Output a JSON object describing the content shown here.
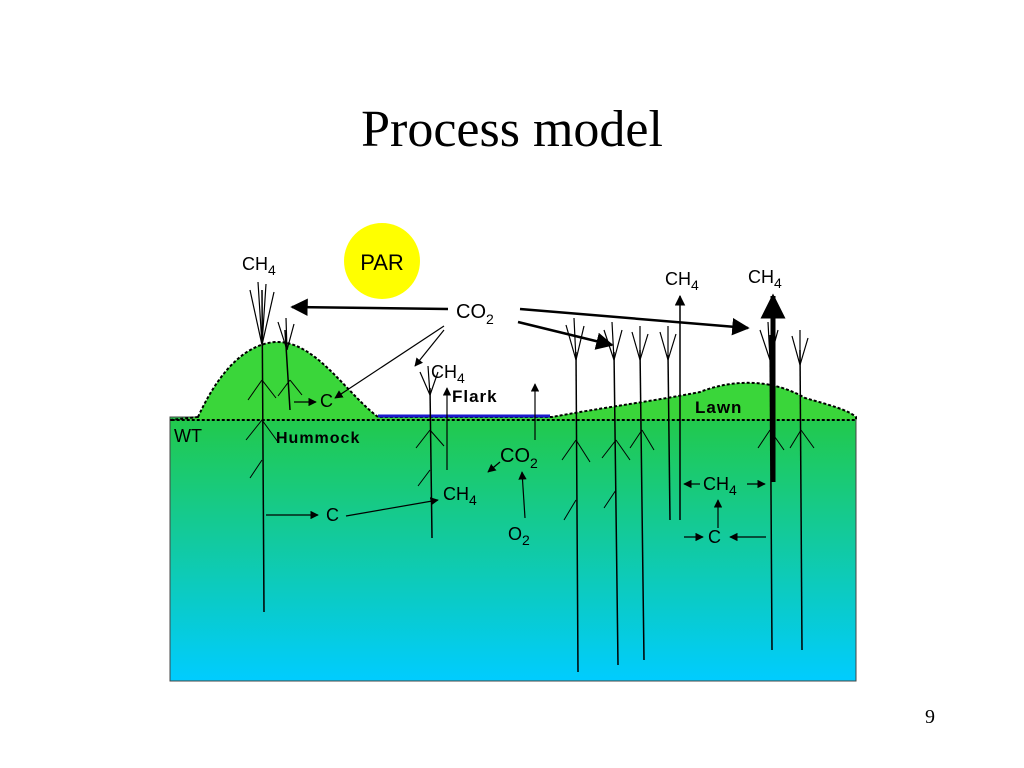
{
  "slide": {
    "title": "Process model",
    "number": "9"
  },
  "diagram": {
    "sun_label": "PAR",
    "co2_top": "CO",
    "co2_sub": "2",
    "ch4_main": "CH",
    "ch4_sub": "4",
    "carbon_label": "C",
    "wt_label": "WT",
    "hummock_label": "Hummock",
    "flark_label": "Flark",
    "lawn_label": "Lawn",
    "o2_main": "O",
    "o2_sub": "2",
    "colors": {
      "sun": "#ffff00",
      "hummock_green": "#3ad63a",
      "water_top": "#22c94a",
      "water_bottom": "#00ccff",
      "pool_blue": "#1a1acc",
      "arrow": "#000000"
    }
  }
}
